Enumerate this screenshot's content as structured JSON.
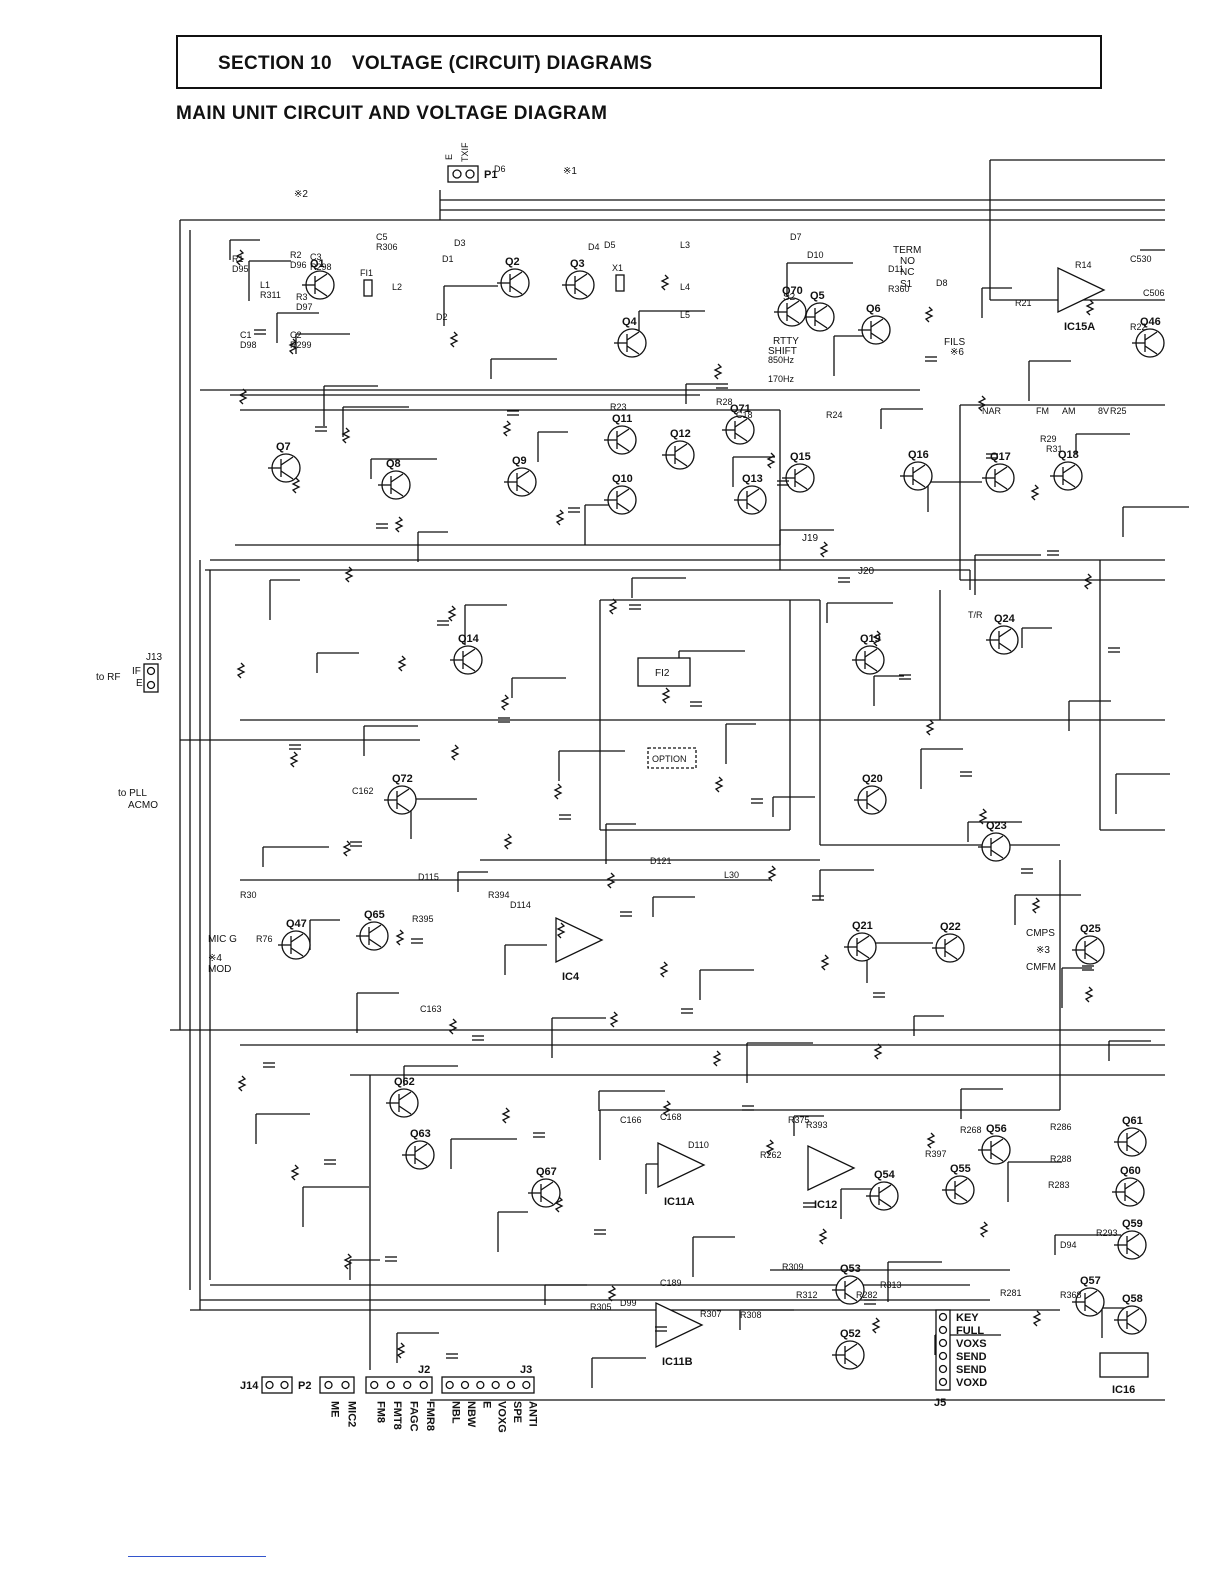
{
  "header": {
    "section_number": "SECTION 10",
    "section_title": "VOLTAGE (CIRCUIT) DIAGRAMS"
  },
  "subtitle": "MAIN UNIT CIRCUIT AND VOLTAGE DIAGRAM",
  "diagram": {
    "top_connector": {
      "name": "P1",
      "pins": [
        "E",
        "TXIF"
      ]
    },
    "markers": [
      "※1",
      "※2",
      "※3",
      "※4",
      "※6"
    ],
    "transistors": [
      {
        "id": "q1",
        "label": "Q1"
      },
      {
        "id": "q2",
        "label": "Q2"
      },
      {
        "id": "q3",
        "label": "Q3"
      },
      {
        "id": "q4",
        "label": "Q4"
      },
      {
        "id": "q5",
        "label": "Q5"
      },
      {
        "id": "q6",
        "label": "Q6"
      },
      {
        "id": "q7",
        "label": "Q7"
      },
      {
        "id": "q8",
        "label": "Q8"
      },
      {
        "id": "q9",
        "label": "Q9"
      },
      {
        "id": "q10",
        "label": "Q10"
      },
      {
        "id": "q11",
        "label": "Q11"
      },
      {
        "id": "q12",
        "label": "Q12"
      },
      {
        "id": "q13",
        "label": "Q13"
      },
      {
        "id": "q14",
        "label": "Q14"
      },
      {
        "id": "q15",
        "label": "Q15"
      },
      {
        "id": "q16",
        "label": "Q16"
      },
      {
        "id": "q17",
        "label": "Q17"
      },
      {
        "id": "q18",
        "label": "Q18"
      },
      {
        "id": "q19",
        "label": "Q19"
      },
      {
        "id": "q20",
        "label": "Q20"
      },
      {
        "id": "q21",
        "label": "Q21"
      },
      {
        "id": "q22",
        "label": "Q22"
      },
      {
        "id": "q23",
        "label": "Q23"
      },
      {
        "id": "q24",
        "label": "Q24"
      },
      {
        "id": "q25",
        "label": "Q25"
      },
      {
        "id": "q46",
        "label": "Q46"
      },
      {
        "id": "q47",
        "label": "Q47"
      },
      {
        "id": "q52",
        "label": "Q52"
      },
      {
        "id": "q53",
        "label": "Q53"
      },
      {
        "id": "q54",
        "label": "Q54"
      },
      {
        "id": "q55",
        "label": "Q55"
      },
      {
        "id": "q56",
        "label": "Q56"
      },
      {
        "id": "q57",
        "label": "Q57"
      },
      {
        "id": "q58",
        "label": "Q58"
      },
      {
        "id": "q59",
        "label": "Q59"
      },
      {
        "id": "q60",
        "label": "Q60"
      },
      {
        "id": "q61",
        "label": "Q61"
      },
      {
        "id": "q62",
        "label": "Q62"
      },
      {
        "id": "q63",
        "label": "Q63"
      },
      {
        "id": "q65",
        "label": "Q65"
      },
      {
        "id": "q67",
        "label": "Q67"
      },
      {
        "id": "q70",
        "label": "Q70"
      },
      {
        "id": "q72",
        "label": "Q72"
      },
      {
        "id": "q71",
        "label": "Q71"
      }
    ],
    "ics": [
      {
        "id": "ic4",
        "label": "IC4"
      },
      {
        "id": "ic11a",
        "label": "IC11A"
      },
      {
        "id": "ic11b",
        "label": "IC11B"
      },
      {
        "id": "ic12",
        "label": "IC12"
      },
      {
        "id": "ic15a",
        "label": "IC15A"
      },
      {
        "id": "ic16",
        "label": "IC16"
      }
    ],
    "filters": [
      {
        "id": "fl1",
        "label": "FI1"
      },
      {
        "id": "fl2",
        "label": "FI2"
      },
      {
        "id": "x1",
        "label": "X1"
      },
      {
        "id": "option",
        "label": "OPTION"
      }
    ],
    "switches": {
      "s1": {
        "label": "S1",
        "opts": [
          "TERM",
          "NO",
          "NC"
        ]
      },
      "s2": {
        "label": "S2"
      },
      "rtty": [
        "RTTY",
        "SHIFT",
        "850Hz",
        "170Hz"
      ]
    },
    "mode_labels": [
      "NAR",
      "FM",
      "AM",
      "8V",
      "T/R"
    ],
    "side_labels": {
      "to_rf": "to RF",
      "j13": "J13",
      "if": "IF",
      "e": "E",
      "to_pll": "to PLL",
      "acmo": "ACMO",
      "mic_g": "MIC G",
      "mod_marker": "※4",
      "mod": "MOD",
      "cmps": "CMPS",
      "cmfm": "CMFM",
      "cmfm_marker": "※3",
      "fils": "FILS",
      "fils_marker": "※6",
      "marker1": "※1",
      "marker2": "※2",
      "j19": "J19",
      "j20": "J20"
    },
    "components_sample": [
      "R1",
      "R2",
      "R3",
      "C1",
      "C2",
      "C3",
      "C5",
      "L1",
      "L2",
      "L3",
      "L4",
      "L5",
      "D1",
      "D2",
      "D3",
      "D4",
      "D5",
      "D6",
      "D7",
      "D8",
      "D10",
      "D11",
      "R360",
      "R14",
      "C530",
      "C506",
      "R21",
      "R22",
      "R23",
      "R24",
      "R25",
      "R29",
      "R31",
      "C18",
      "R28",
      "R30",
      "R76",
      "R395",
      "R394",
      "D114",
      "D115",
      "D121",
      "L30",
      "C162",
      "C163",
      "C166",
      "C168",
      "D110",
      "R262",
      "R375",
      "R393",
      "R397",
      "R268",
      "R286",
      "R288",
      "R283",
      "R293",
      "R368",
      "C189",
      "D99",
      "R305",
      "R307",
      "R308",
      "R309",
      "R312",
      "R313",
      "R282",
      "R281",
      "D94",
      "D95",
      "D96",
      "D97",
      "D98",
      "R299",
      "R298",
      "R306",
      "R311"
    ],
    "bottom_connectors": {
      "j14": {
        "label": "J14",
        "pins": [
          "",
          ""
        ]
      },
      "p2": {
        "label": "P2",
        "pins": [
          "ME",
          "MIC2"
        ]
      },
      "j2": {
        "label": "J2",
        "pins": [
          "FM8",
          "FMT8",
          "FAGC",
          "FMR8"
        ]
      },
      "j3": {
        "label": "J3",
        "pins": [
          "NBL",
          "NBW",
          "E",
          "VOXG",
          "SPE",
          "ANTI"
        ]
      },
      "j5": {
        "label": "J5",
        "pins": [
          "KEY",
          "FULL",
          "VOXS",
          "SEND",
          "SEND",
          "VOXD"
        ]
      }
    }
  }
}
